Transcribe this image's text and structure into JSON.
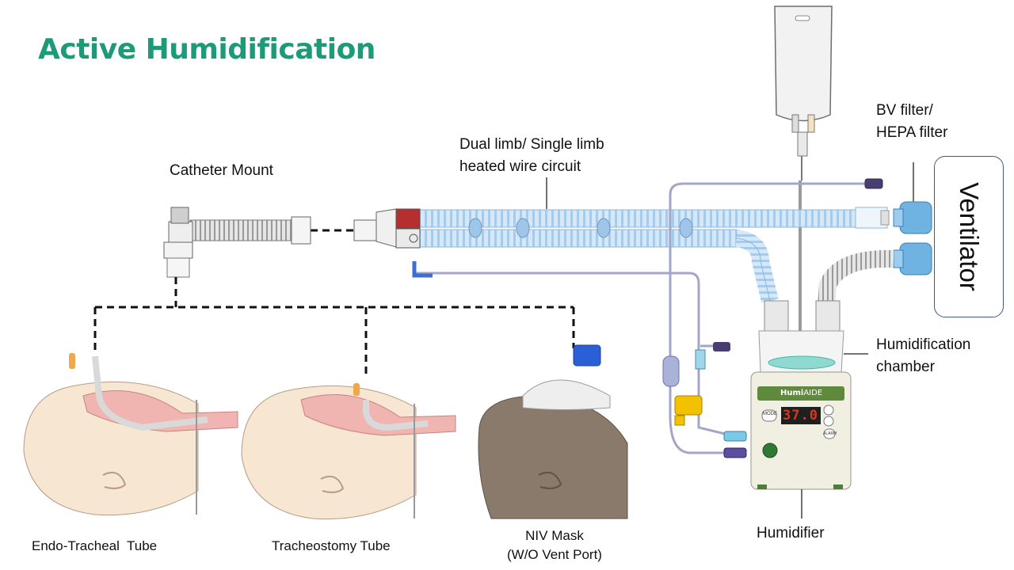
{
  "title": "Active Humidification",
  "labels": {
    "catheter_mount": "Catheter Mount",
    "circuit_line1": "Dual limb/ Single limb",
    "circuit_line2": "heated wire circuit",
    "filter_line1": "BV filter/",
    "filter_line2": "HEPA filter",
    "chamber_line1": "Humidification",
    "chamber_line2": "chamber",
    "humidifier": "Humidifier",
    "ventilator": "Ventilator",
    "ett": "Endo-Tracheal  Tube",
    "trach": "Tracheostomy Tube",
    "niv_line1": "NIV Mask",
    "niv_line2": "(W/O Vent Port)"
  },
  "device": {
    "brand": "Humi",
    "brand_suffix": "AIDE",
    "display_value": "37.0",
    "mode_button": "MODE",
    "alarm_button": "ALARM"
  },
  "colors": {
    "title": "#1d9a78",
    "tubing": "#bcd8f0",
    "skin": "#f7e6d2",
    "airway": "#f0b5b0",
    "device_body": "#f1eee2",
    "device_panel": "#5f8a3c",
    "display": "#d63a1e"
  }
}
